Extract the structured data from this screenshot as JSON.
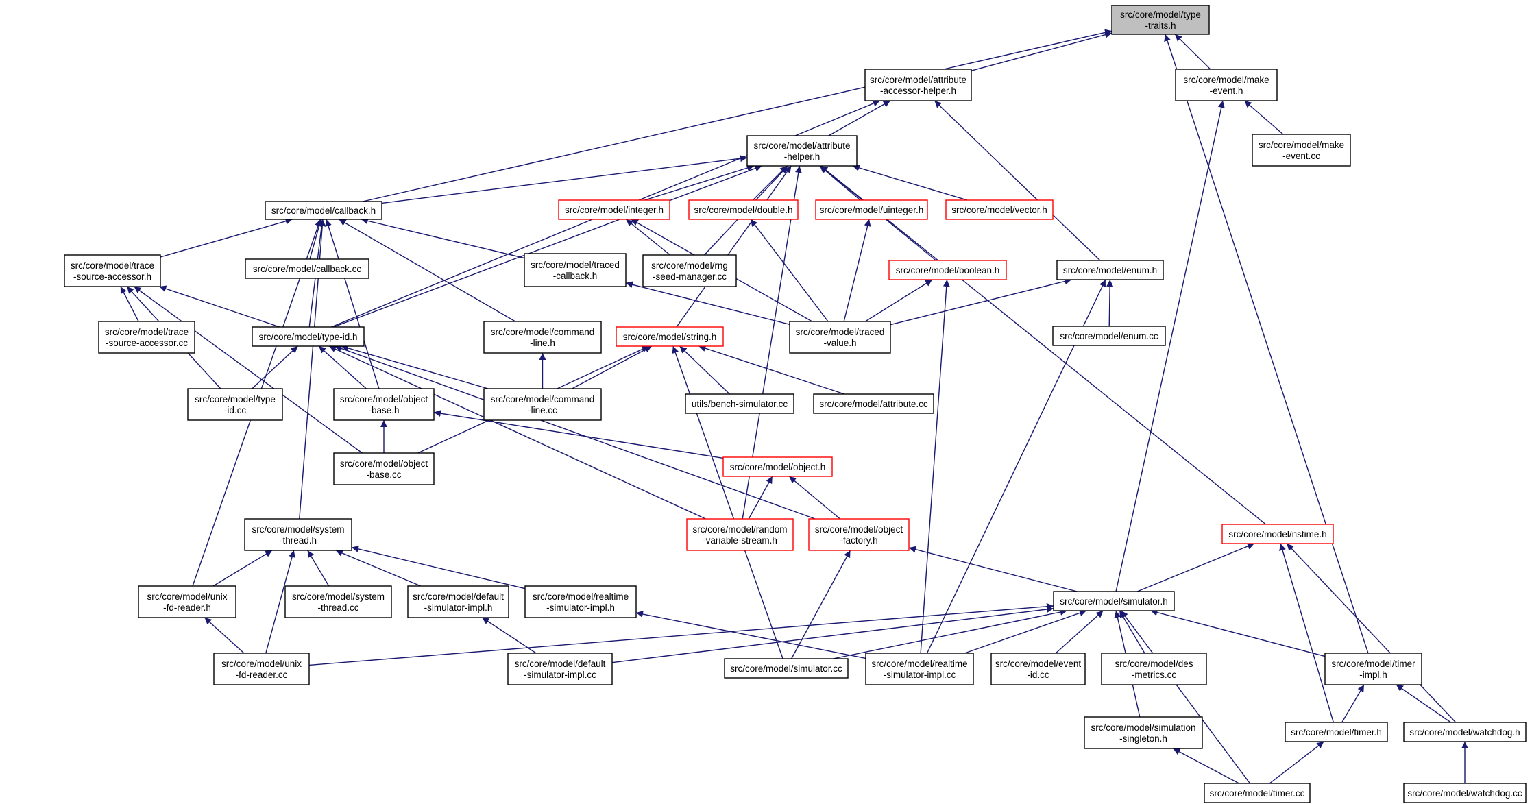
{
  "colors": {
    "edge": "#191970",
    "node_border": "#000000",
    "node_border_missing": "#ff0000",
    "highlight_fill": "#bfbfbf"
  },
  "nodes": [
    {
      "id": "type_traits",
      "lines": [
        "src/core/model/type",
        "-traits.h"
      ],
      "style": "highlight"
    },
    {
      "id": "attr_accessor_helper",
      "lines": [
        "src/core/model/attribute",
        "-accessor-helper.h"
      ],
      "style": "normal"
    },
    {
      "id": "make_event_h",
      "lines": [
        "src/core/model/make",
        "-event.h"
      ],
      "style": "normal"
    },
    {
      "id": "make_event_cc",
      "lines": [
        "src/core/model/make",
        "-event.cc"
      ],
      "style": "normal"
    },
    {
      "id": "attr_helper",
      "lines": [
        "src/core/model/attribute",
        "-helper.h"
      ],
      "style": "normal"
    },
    {
      "id": "callback_h",
      "lines": [
        "src/core/model/callback.h"
      ],
      "style": "normal"
    },
    {
      "id": "integer_h",
      "lines": [
        "src/core/model/integer.h"
      ],
      "style": "red"
    },
    {
      "id": "double_h",
      "lines": [
        "src/core/model/double.h"
      ],
      "style": "red"
    },
    {
      "id": "uinteger_h",
      "lines": [
        "src/core/model/uinteger.h"
      ],
      "style": "red"
    },
    {
      "id": "vector_h",
      "lines": [
        "src/core/model/vector.h"
      ],
      "style": "red"
    },
    {
      "id": "trace_source_accessor_h",
      "lines": [
        "src/core/model/trace",
        "-source-accessor.h"
      ],
      "style": "normal"
    },
    {
      "id": "callback_cc",
      "lines": [
        "src/core/model/callback.cc"
      ],
      "style": "normal"
    },
    {
      "id": "traced_callback",
      "lines": [
        "src/core/model/traced",
        "-callback.h"
      ],
      "style": "normal"
    },
    {
      "id": "rng_seed",
      "lines": [
        "src/core/model/rng",
        "-seed-manager.cc"
      ],
      "style": "normal"
    },
    {
      "id": "boolean_h",
      "lines": [
        "src/core/model/boolean.h"
      ],
      "style": "red"
    },
    {
      "id": "enum_h",
      "lines": [
        "src/core/model/enum.h"
      ],
      "style": "normal"
    },
    {
      "id": "trace_source_accessor_cc",
      "lines": [
        "src/core/model/trace",
        "-source-accessor.cc"
      ],
      "style": "normal"
    },
    {
      "id": "type_id_h",
      "lines": [
        "src/core/model/type-id.h"
      ],
      "style": "normal"
    },
    {
      "id": "command_line_h",
      "lines": [
        "src/core/model/command",
        "-line.h"
      ],
      "style": "normal"
    },
    {
      "id": "string_h",
      "lines": [
        "src/core/model/string.h"
      ],
      "style": "red"
    },
    {
      "id": "traced_value",
      "lines": [
        "src/core/model/traced",
        "-value.h"
      ],
      "style": "normal"
    },
    {
      "id": "enum_cc",
      "lines": [
        "src/core/model/enum.cc"
      ],
      "style": "normal"
    },
    {
      "id": "type_id_cc",
      "lines": [
        "src/core/model/type",
        "-id.cc"
      ],
      "style": "normal"
    },
    {
      "id": "object_base_h",
      "lines": [
        "src/core/model/object",
        "-base.h"
      ],
      "style": "normal"
    },
    {
      "id": "command_line_cc",
      "lines": [
        "src/core/model/command",
        "-line.cc"
      ],
      "style": "normal"
    },
    {
      "id": "bench_sim",
      "lines": [
        "utils/bench-simulator.cc"
      ],
      "style": "normal"
    },
    {
      "id": "attribute_cc",
      "lines": [
        "src/core/model/attribute.cc"
      ],
      "style": "normal"
    },
    {
      "id": "object_base_cc",
      "lines": [
        "src/core/model/object",
        "-base.cc"
      ],
      "style": "normal"
    },
    {
      "id": "object_h",
      "lines": [
        "src/core/model/object.h"
      ],
      "style": "red"
    },
    {
      "id": "system_thread_h",
      "lines": [
        "src/core/model/system",
        "-thread.h"
      ],
      "style": "normal"
    },
    {
      "id": "random_var",
      "lines": [
        "src/core/model/random",
        "-variable-stream.h"
      ],
      "style": "red"
    },
    {
      "id": "object_factory",
      "lines": [
        "src/core/model/object",
        "-factory.h"
      ],
      "style": "red"
    },
    {
      "id": "nstime_h",
      "lines": [
        "src/core/model/nstime.h"
      ],
      "style": "red"
    },
    {
      "id": "unix_fd_reader_h",
      "lines": [
        "src/core/model/unix",
        "-fd-reader.h"
      ],
      "style": "normal"
    },
    {
      "id": "system_thread_cc",
      "lines": [
        "src/core/model/system",
        "-thread.cc"
      ],
      "style": "normal"
    },
    {
      "id": "default_sim_impl_h",
      "lines": [
        "src/core/model/default",
        "-simulator-impl.h"
      ],
      "style": "normal"
    },
    {
      "id": "realtime_sim_impl_h",
      "lines": [
        "src/core/model/realtime",
        "-simulator-impl.h"
      ],
      "style": "normal"
    },
    {
      "id": "simulator_h",
      "lines": [
        "src/core/model/simulator.h"
      ],
      "style": "normal"
    },
    {
      "id": "unix_fd_reader_cc",
      "lines": [
        "src/core/model/unix",
        "-fd-reader.cc"
      ],
      "style": "normal"
    },
    {
      "id": "default_sim_impl_cc",
      "lines": [
        "src/core/model/default",
        "-simulator-impl.cc"
      ],
      "style": "normal"
    },
    {
      "id": "simulator_cc",
      "lines": [
        "src/core/model/simulator.cc"
      ],
      "style": "normal"
    },
    {
      "id": "realtime_sim_impl_cc",
      "lines": [
        "src/core/model/realtime",
        "-simulator-impl.cc"
      ],
      "style": "normal"
    },
    {
      "id": "event_id_cc",
      "lines": [
        "src/core/model/event",
        "-id.cc"
      ],
      "style": "normal"
    },
    {
      "id": "des_metrics",
      "lines": [
        "src/core/model/des",
        "-metrics.cc"
      ],
      "style": "normal"
    },
    {
      "id": "timer_impl_h",
      "lines": [
        "src/core/model/timer",
        "-impl.h"
      ],
      "style": "normal"
    },
    {
      "id": "simulation_singleton",
      "lines": [
        "src/core/model/simulation",
        "-singleton.h"
      ],
      "style": "normal"
    },
    {
      "id": "timer_h",
      "lines": [
        "src/core/model/timer.h"
      ],
      "style": "normal"
    },
    {
      "id": "watchdog_h",
      "lines": [
        "src/core/model/watchdog.h"
      ],
      "style": "normal"
    },
    {
      "id": "timer_cc",
      "lines": [
        "src/core/model/timer.cc"
      ],
      "style": "normal"
    },
    {
      "id": "watchdog_cc",
      "lines": [
        "src/core/model/watchdog.cc"
      ],
      "style": "normal"
    }
  ],
  "edges": [
    [
      "attr_accessor_helper",
      "type_traits"
    ],
    [
      "make_event_h",
      "type_traits"
    ],
    [
      "callback_h",
      "type_traits"
    ],
    [
      "timer_impl_h",
      "type_traits"
    ],
    [
      "make_event_cc",
      "make_event_h"
    ],
    [
      "simulator_h",
      "make_event_h"
    ],
    [
      "attr_helper",
      "attr_accessor_helper"
    ],
    [
      "type_id_h",
      "attr_accessor_helper"
    ],
    [
      "enum_h",
      "attr_accessor_helper"
    ],
    [
      "callback_h",
      "attr_helper"
    ],
    [
      "integer_h",
      "attr_helper"
    ],
    [
      "double_h",
      "attr_helper"
    ],
    [
      "uinteger_h",
      "attr_helper"
    ],
    [
      "vector_h",
      "attr_helper"
    ],
    [
      "type_id_h",
      "attr_helper"
    ],
    [
      "rng_seed",
      "attr_helper"
    ],
    [
      "boolean_h",
      "attr_helper"
    ],
    [
      "string_h",
      "attr_helper"
    ],
    [
      "nstime_h",
      "attr_helper"
    ],
    [
      "random_var",
      "attr_helper"
    ],
    [
      "trace_source_accessor_h",
      "callback_h"
    ],
    [
      "callback_cc",
      "callback_h"
    ],
    [
      "traced_callback",
      "callback_h"
    ],
    [
      "type_id_h",
      "callback_h"
    ],
    [
      "command_line_h",
      "callback_h"
    ],
    [
      "object_base_h",
      "callback_h"
    ],
    [
      "system_thread_h",
      "callback_h"
    ],
    [
      "unix_fd_reader_h",
      "callback_h"
    ],
    [
      "rng_seed",
      "integer_h"
    ],
    [
      "traced_value",
      "integer_h"
    ],
    [
      "traced_value",
      "double_h"
    ],
    [
      "traced_value",
      "uinteger_h"
    ],
    [
      "traced_value",
      "traced_callback"
    ],
    [
      "traced_value",
      "boolean_h"
    ],
    [
      "realtime_sim_impl_cc",
      "boolean_h"
    ],
    [
      "traced_value",
      "enum_h"
    ],
    [
      "enum_cc",
      "enum_h"
    ],
    [
      "realtime_sim_impl_cc",
      "enum_h"
    ],
    [
      "trace_source_accessor_cc",
      "trace_source_accessor_h"
    ],
    [
      "type_id_h",
      "trace_source_accessor_h"
    ],
    [
      "type_id_cc",
      "trace_source_accessor_h"
    ],
    [
      "object_base_cc",
      "trace_source_accessor_h"
    ],
    [
      "type_id_cc",
      "type_id_h"
    ],
    [
      "object_base_h",
      "type_id_h"
    ],
    [
      "command_line_cc",
      "type_id_h"
    ],
    [
      "object_factory",
      "type_id_h"
    ],
    [
      "random_var",
      "type_id_h"
    ],
    [
      "command_line_cc",
      "command_line_h"
    ],
    [
      "command_line_cc",
      "string_h"
    ],
    [
      "bench_sim",
      "string_h"
    ],
    [
      "attribute_cc",
      "string_h"
    ],
    [
      "object_base_cc",
      "string_h"
    ],
    [
      "simulator_cc",
      "string_h"
    ],
    [
      "object_base_cc",
      "object_base_h"
    ],
    [
      "object_h",
      "object_base_h"
    ],
    [
      "random_var",
      "object_h"
    ],
    [
      "object_factory",
      "object_h"
    ],
    [
      "simulator_h",
      "object_factory"
    ],
    [
      "simulator_cc",
      "object_factory"
    ],
    [
      "unix_fd_reader_h",
      "system_thread_h"
    ],
    [
      "system_thread_cc",
      "system_thread_h"
    ],
    [
      "default_sim_impl_h",
      "system_thread_h"
    ],
    [
      "realtime_sim_impl_h",
      "system_thread_h"
    ],
    [
      "unix_fd_reader_cc",
      "system_thread_h"
    ],
    [
      "simulator_h",
      "nstime_h"
    ],
    [
      "timer_h",
      "nstime_h"
    ],
    [
      "watchdog_h",
      "nstime_h"
    ],
    [
      "unix_fd_reader_cc",
      "unix_fd_reader_h"
    ],
    [
      "default_sim_impl_cc",
      "default_sim_impl_h"
    ],
    [
      "realtime_sim_impl_cc",
      "realtime_sim_impl_h"
    ],
    [
      "unix_fd_reader_cc",
      "simulator_h"
    ],
    [
      "default_sim_impl_cc",
      "simulator_h"
    ],
    [
      "simulator_cc",
      "simulator_h"
    ],
    [
      "realtime_sim_impl_cc",
      "simulator_h"
    ],
    [
      "event_id_cc",
      "simulator_h"
    ],
    [
      "des_metrics",
      "simulator_h"
    ],
    [
      "simulation_singleton",
      "simulator_h"
    ],
    [
      "timer_impl_h",
      "simulator_h"
    ],
    [
      "timer_cc",
      "simulator_h"
    ],
    [
      "timer_h",
      "timer_impl_h"
    ],
    [
      "watchdog_h",
      "timer_impl_h"
    ],
    [
      "timer_cc",
      "simulation_singleton"
    ],
    [
      "timer_cc",
      "timer_h"
    ],
    [
      "watchdog_cc",
      "watchdog_h"
    ]
  ]
}
